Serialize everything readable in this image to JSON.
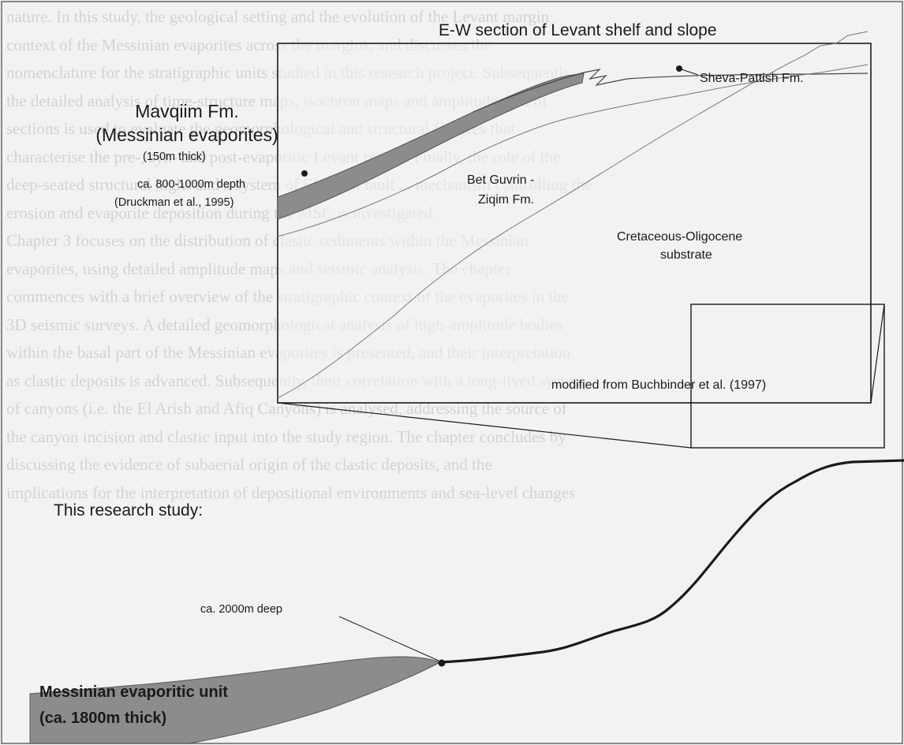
{
  "diagram": {
    "title": "E-W section of Levant shelf and slope",
    "formations": {
      "mavqiim_name": "Mavqiim Fm.",
      "mavqiim_desc": "(Messinian evaporites)",
      "mavqiim_thickness": "(150m thick)",
      "mavqiim_depth": "ca. 800-1000m depth",
      "mavqiim_ref": "(Druckman et al., 1995)",
      "sheva": "Sheva-Pattish Fm.",
      "bet_guvrin_1": "Bet Guvrin -",
      "bet_guvrin_2": "Ziqim Fm.",
      "cretaceous_1": "Cretaceous-Oligocene",
      "cretaceous_2": "substrate"
    },
    "source_note": "modified from Buchbinder et al. (1997)",
    "study_label": "This research study:",
    "deep_label": "ca. 2000m deep",
    "unit_name": "Messinian evaporitic unit",
    "unit_thickness": "(ca. 1800m thick)"
  },
  "background_text": {
    "lines": [
      "nature. In this study, the geological setting and the evolution of the Levant margin",
      "context of the Messinian evaporites across the margins, and discusses the",
      "nomenclature for the stratigraphic units studied in this research project. Subsequently,",
      "the detailed analysis of time-structure maps, isochron maps and amplitude data of",
      "sections is used to evaluate the geomorphological and structural features that",
      "characterise the pre-, syn- and post-evaporitic Levant region. Finally, the role of the",
      "deep-seated structural highs and a system of El-Arish fault ... mechanism controlling the",
      "erosion and evaporite deposition during the MSC is investigated.",
      "    Chapter 3 focuses on the distribution of clastic sediments within the Messinian",
      "evaporites, using detailed amplitude maps and seismic analysis. The chapter",
      "commences with a brief overview of the stratigraphic context of the evaporites in the",
      "3D seismic surveys. A detailed geomorphological analysis of high-amplitude bodies",
      "within the basal part of the Messinian evaporites is presented, and their interpretation",
      "as clastic deposits is advanced. Subsequently, their correlation with a long-lived system",
      "of canyons (i.e. the El Arish and Afiq Canyons) is analysed, addressing the source of",
      "the canyon incision and clastic input into the study region. The chapter concludes by",
      "discussing the evidence of subaerial origin of the clastic deposits, and the",
      "implications for the interpretation of depositional environments and sea-level changes"
    ]
  },
  "colors": {
    "evaporite_fill": "#8c8c8c",
    "outline": "#1a1a1a",
    "box_fill": "#f2f2f2"
  }
}
